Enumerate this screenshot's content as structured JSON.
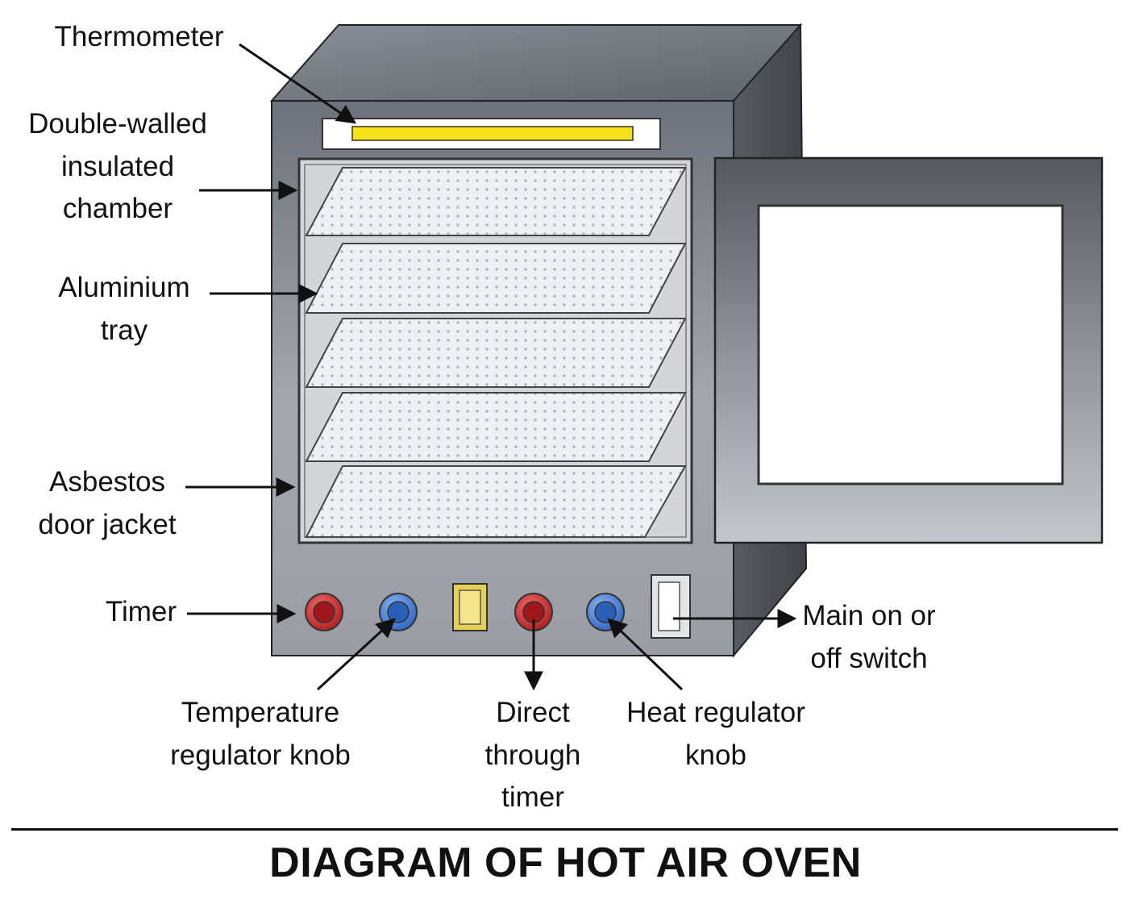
{
  "title": "DIAGRAM OF HOT AIR OVEN",
  "labels": {
    "thermometer": "Thermometer",
    "chamber": "Double-walled\ninsulated\nchamber",
    "tray": "Aluminium\ntray",
    "jacket": "Asbestos\ndoor jacket",
    "timer": "Timer",
    "temp_knob": "Temperature\nregulator knob",
    "direct_timer": "Direct\nthrough\ntimer",
    "heat_knob": "Heat regulator\nknob",
    "main_switch": "Main on or\noff switch"
  },
  "colors": {
    "cabinet_front": "#7f848c",
    "cabinet_side": "#4a4e55",
    "thermometer_bar": "#f5e21a",
    "knob_red": "#d9282a",
    "knob_blue": "#2f6fd0",
    "switch_yellow": "#f2df6a"
  }
}
